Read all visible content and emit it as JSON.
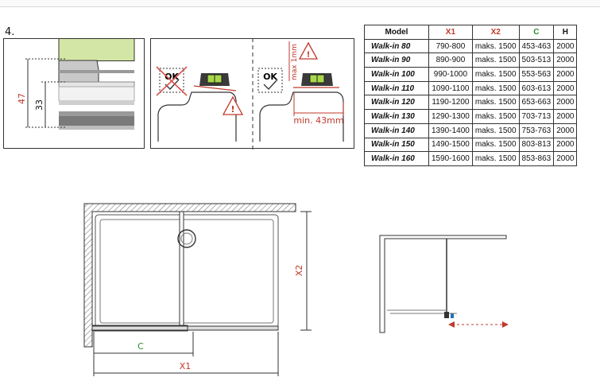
{
  "step": {
    "number": "4."
  },
  "profile": {
    "dim_outer": "47",
    "dim_inner": "33"
  },
  "level_panel": {
    "ok_left": "OK",
    "ok_right": "OK",
    "max_label": "max 1mm",
    "min_label": "min. 43mm"
  },
  "spec_table": {
    "headers": {
      "model": "Model",
      "x1": "X1",
      "x2": "X2",
      "c": "C",
      "h": "H"
    },
    "rows": [
      {
        "model": "Walk-in 80",
        "x1": "790-800",
        "x2": "maks. 1500",
        "c": "453-463",
        "h": "2000"
      },
      {
        "model": "Walk-in 90",
        "x1": "890-900",
        "x2": "maks. 1500",
        "c": "503-513",
        "h": "2000"
      },
      {
        "model": "Walk-in 100",
        "x1": "990-1000",
        "x2": "maks. 1500",
        "c": "553-563",
        "h": "2000"
      },
      {
        "model": "Walk-in 110",
        "x1": "1090-1100",
        "x2": "maks. 1500",
        "c": "603-613",
        "h": "2000"
      },
      {
        "model": "Walk-in 120",
        "x1": "1190-1200",
        "x2": "maks. 1500",
        "c": "653-663",
        "h": "2000"
      },
      {
        "model": "Walk-in 130",
        "x1": "1290-1300",
        "x2": "maks. 1500",
        "c": "703-713",
        "h": "2000"
      },
      {
        "model": "Walk-in 140",
        "x1": "1390-1400",
        "x2": "maks. 1500",
        "c": "753-763",
        "h": "2000"
      },
      {
        "model": "Walk-in 150",
        "x1": "1490-1500",
        "x2": "maks. 1500",
        "c": "803-813",
        "h": "2000"
      },
      {
        "model": "Walk-in 160",
        "x1": "1590-1600",
        "x2": "maks. 1500",
        "c": "853-863",
        "h": "2000"
      }
    ]
  },
  "plan": {
    "label_x2": "X2",
    "label_c": "C",
    "label_x1": "X1"
  },
  "colors": {
    "dimension_red": "#c0392b",
    "c_green": "#2e8b2e",
    "level_green": "#a8d84a",
    "profile_green": "#d4e6a5"
  }
}
